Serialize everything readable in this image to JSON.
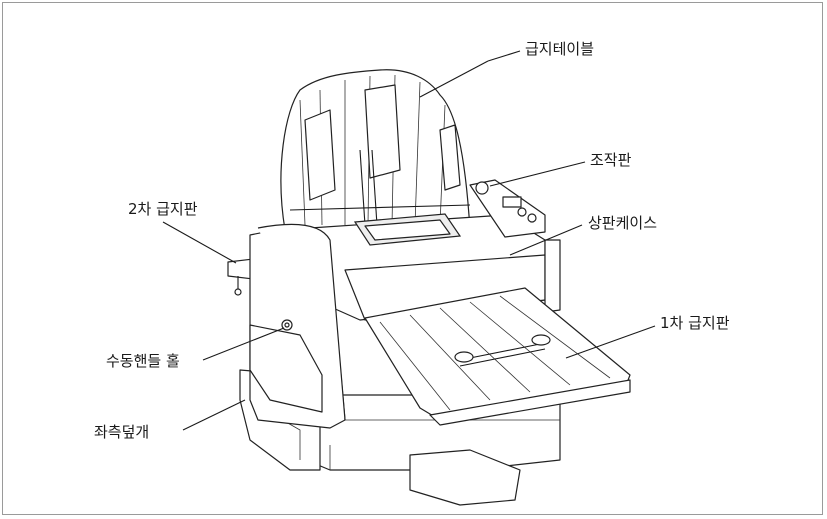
{
  "labels": {
    "feed_table": "급지테이블",
    "control_panel": "조작판",
    "secondary_feed_plate": "2차 급지판",
    "top_case": "상판케이스",
    "primary_feed_plate": "1차 급지판",
    "manual_handle_hole": "수동핸들 홀",
    "left_cover": "좌측덮개"
  }
}
